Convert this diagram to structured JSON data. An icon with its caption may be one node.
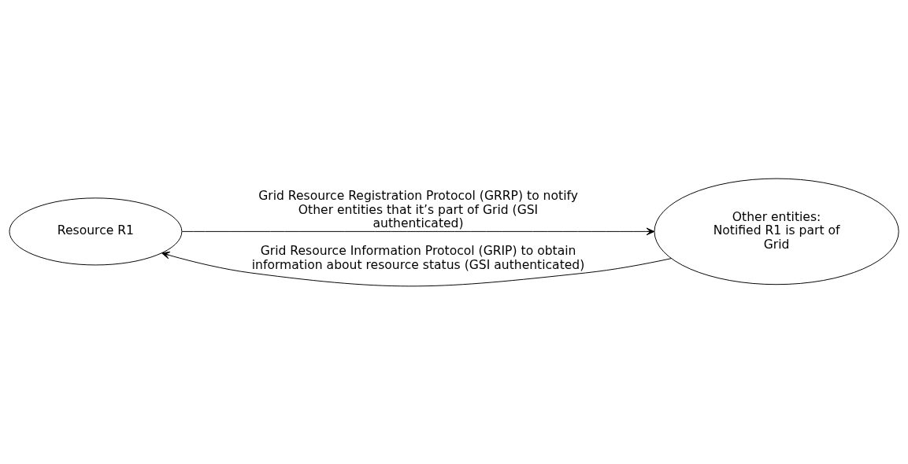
{
  "diagram": {
    "nodes": [
      {
        "text": [
          "Resource R1"
        ]
      },
      {
        "text": [
          "Other entities: Notified R1 is part of Grid"
        ]
      }
    ],
    "edges": [
      {
        "from": 0,
        "to": 1,
        "arrow": "to",
        "label": "Grid Resource Registration Protocol (GRRP) to notify Other entities that it’s part of Grid (GSI authenticated)"
      },
      {
        "from": 1,
        "to": 0,
        "arrow": "to",
        "label": "Grid Resource Information Protocol (GRIP) to obtain information about resource status (GSI authenticated)"
      }
    ]
  }
}
